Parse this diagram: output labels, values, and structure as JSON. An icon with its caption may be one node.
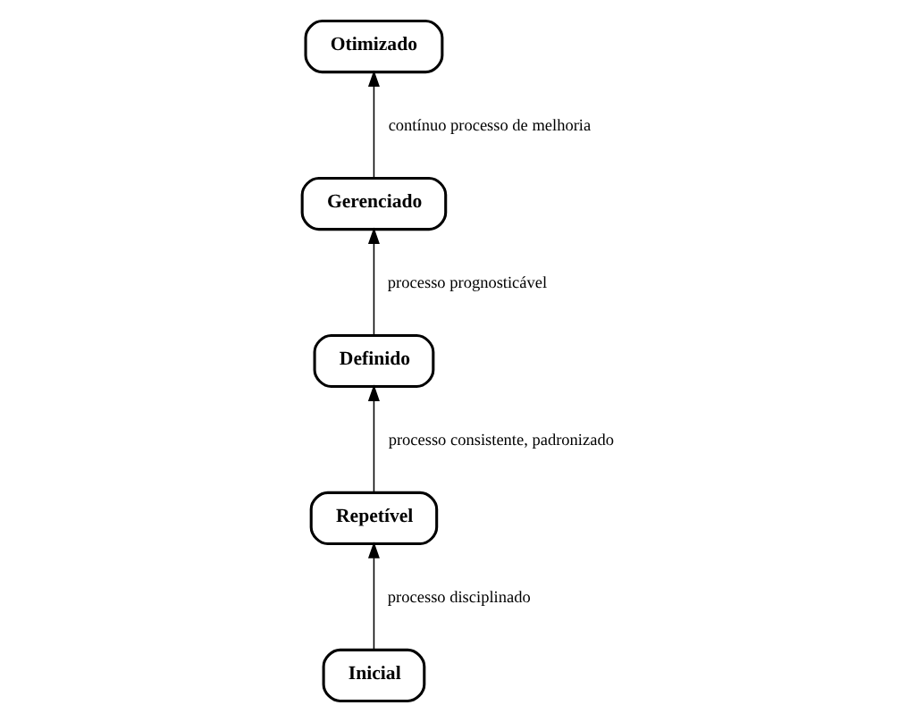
{
  "diagram": {
    "nodes": [
      {
        "text": [
          "Inicial"
        ]
      },
      {
        "text": [
          "Repetível"
        ]
      },
      {
        "text": [
          "Definido"
        ]
      },
      {
        "text": [
          "Gerenciado"
        ]
      },
      {
        "text": [
          "Otimizado"
        ]
      }
    ],
    "edges": [
      {
        "from": 0,
        "to": 1,
        "arrow": "to",
        "label": "processo disciplinado"
      },
      {
        "from": 1,
        "to": 2,
        "arrow": "to",
        "label": "processo consistente, padronizado"
      },
      {
        "from": 2,
        "to": 3,
        "arrow": "to",
        "label": "processo prognosticável"
      },
      {
        "from": 3,
        "to": 4,
        "arrow": "to",
        "label": "contínuo processo de melhoria"
      }
    ]
  }
}
